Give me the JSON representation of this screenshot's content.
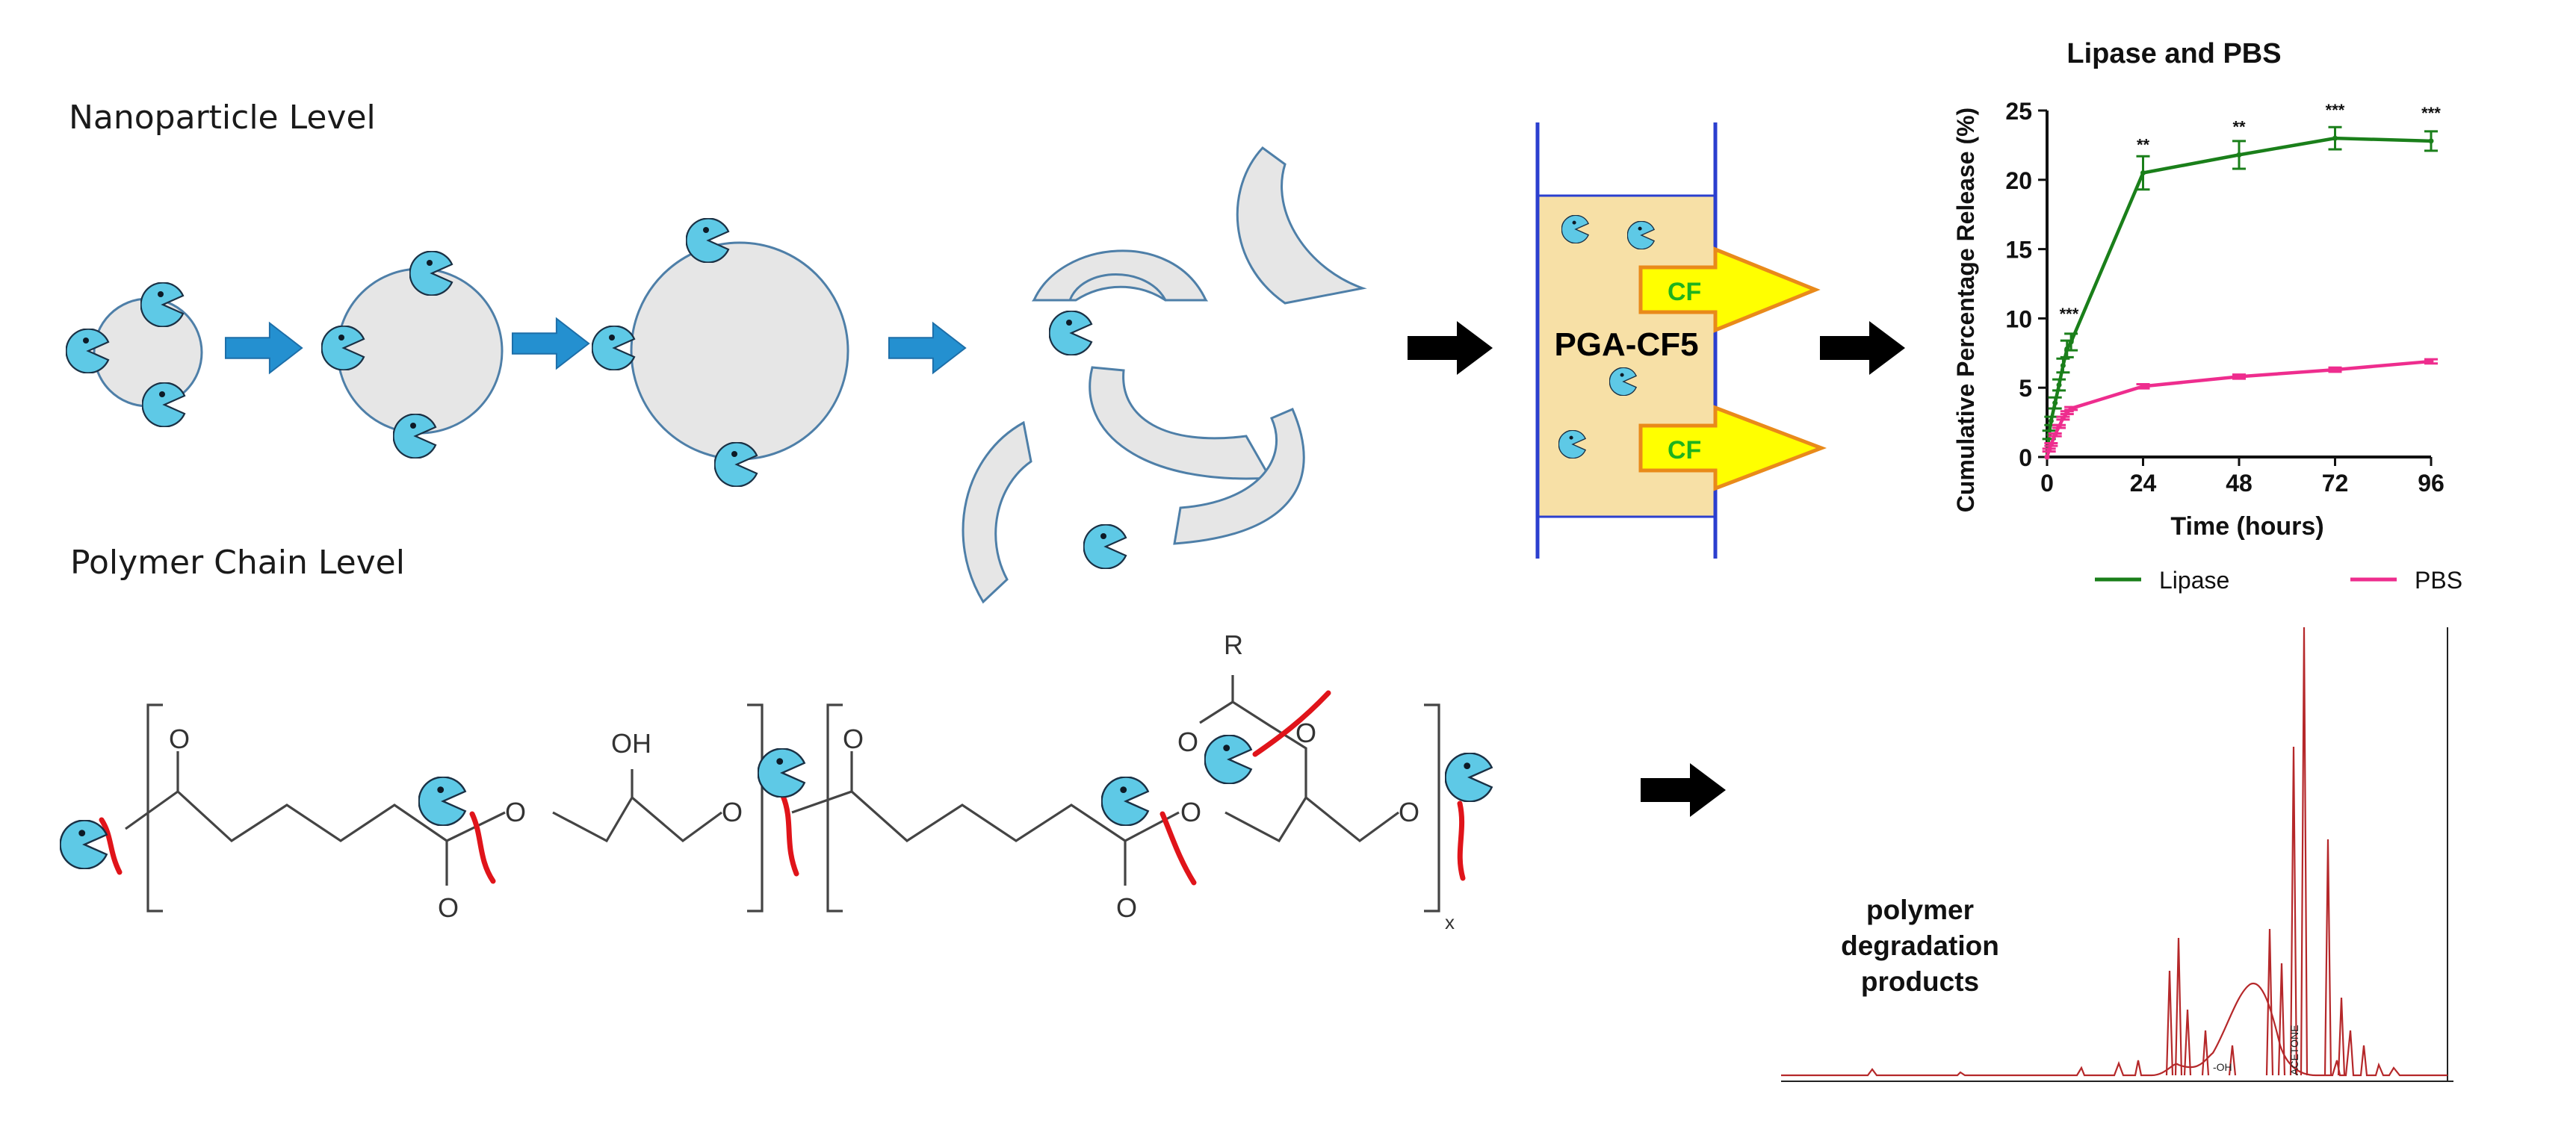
{
  "labels": {
    "nanoparticle_level": "Nanoparticle Level",
    "polymer_chain_level": "Polymer Chain Level",
    "chamber": "PGA-CF5",
    "cf": "CF",
    "degradation_line1": "polymer",
    "degradation_line2": "degradation",
    "degradation_line3": "products",
    "r_group": "R",
    "hydroxyl": "OH",
    "oxygen": "O",
    "repeat": "x",
    "nmr_peak_label": "ACETONE",
    "nmr_oh_label": "-OH"
  },
  "colors": {
    "enzyme": "#5ec9e6",
    "blue_arrow": "#2490d0",
    "particle_fill": "#e6e6e6",
    "particle_stroke": "#4e7fa8",
    "chamber_fill": "#f7e0a6",
    "chamber_wall": "#2b3fcf",
    "cf_fill": "#ffff00",
    "cf_stroke": "#e98a1a",
    "cf_text": "#1db31d",
    "cleave": "#e0141a",
    "lipase": "#1a7f1a",
    "pbs": "#ee2d8e",
    "nmr_line": "#b5282a"
  },
  "chart_data": {
    "type": "line",
    "title": "Lipase and PBS",
    "xlabel": "Time (hours)",
    "ylabel": "Cumulative Percentage Release (%)",
    "x_ticks": [
      0,
      24,
      48,
      72,
      96
    ],
    "y_ticks": [
      0,
      5,
      10,
      15,
      20,
      25
    ],
    "xlim": [
      0,
      96
    ],
    "ylim": [
      0,
      25
    ],
    "legend_position": "bottom",
    "series": [
      {
        "name": "Lipase",
        "color": "#1a7f1a",
        "x": [
          0,
          0.5,
          1,
          2,
          3,
          4,
          5,
          6,
          24,
          48,
          72,
          96
        ],
        "y": [
          0,
          1.6,
          2.6,
          3.9,
          5.2,
          6.6,
          7.8,
          8.3,
          20.5,
          21.8,
          23.0,
          22.8
        ],
        "errors": [
          0,
          0.3,
          0.3,
          0.4,
          0.4,
          0.5,
          0.6,
          0.6,
          1.2,
          1.0,
          0.8,
          0.7
        ],
        "significance": [
          {
            "x": 5.5,
            "y": 8.3,
            "label": "***"
          },
          {
            "x": 24,
            "y": 20.5,
            "label": "**"
          },
          {
            "x": 48,
            "y": 21.8,
            "label": "**"
          },
          {
            "x": 72,
            "y": 23.0,
            "label": "***"
          },
          {
            "x": 96,
            "y": 22.8,
            "label": "***"
          }
        ]
      },
      {
        "name": "PBS",
        "color": "#ee2d8e",
        "x": [
          0,
          0.5,
          1,
          2,
          3,
          4,
          5,
          6,
          24,
          48,
          72,
          96
        ],
        "y": [
          0,
          0.5,
          0.9,
          1.6,
          2.2,
          2.8,
          3.2,
          3.5,
          5.1,
          5.8,
          6.3,
          6.9
        ],
        "errors": [
          0,
          0.1,
          0.1,
          0.1,
          0.1,
          0.1,
          0.1,
          0.1,
          0.15,
          0.15,
          0.15,
          0.15
        ]
      }
    ]
  }
}
